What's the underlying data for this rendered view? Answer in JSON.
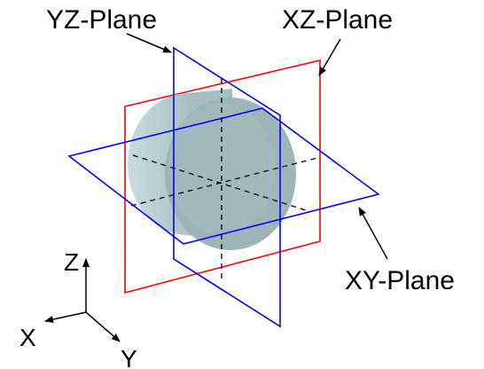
{
  "labels": {
    "yz_plane": "YZ-Plane",
    "xz_plane": "XZ-Plane",
    "xy_plane": "XY-Plane"
  },
  "axes": {
    "x": "X",
    "y": "Y",
    "z": "Z"
  },
  "colors": {
    "xz_plane": "#ff0000",
    "yz_plane": "#0000ff",
    "xy_plane": "#0000ff",
    "cylinder_body": "#a9c3c6",
    "cylinder_face": "#97b2b6",
    "dashed_lines": "#000000",
    "text": "#000000"
  }
}
